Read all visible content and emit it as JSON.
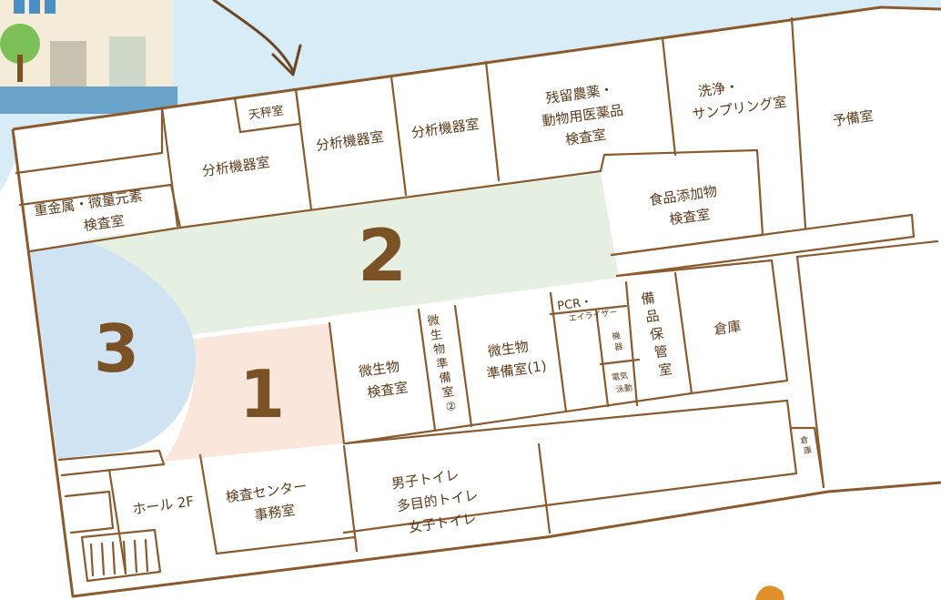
{
  "zones": [
    {
      "number": "1",
      "color": "#fbe6dc"
    },
    {
      "number": "2",
      "color": "#e6f0e2"
    },
    {
      "number": "3",
      "color": "#cfe3f3"
    }
  ],
  "rooms": {
    "balance_room": "天秤室",
    "analysis_room_a": "分析機器室",
    "analysis_room_b": "分析機器室",
    "analysis_room_c": "分析機器室",
    "residue_lines": [
      "残留農薬・",
      "動物用医薬品",
      "検査室"
    ],
    "washing_lines": [
      "洗浄・",
      "サンプリング室"
    ],
    "spare_room": "予備室",
    "heavy_metal_lines": [
      "重金属・微量元素",
      "検査室"
    ],
    "food_additive_lines": [
      "食品添加物",
      "検査室"
    ],
    "microbe_exam_lines": [
      "微生物",
      "検査室"
    ],
    "microbe_prep2_lines": [
      "微",
      "生",
      "物",
      "準",
      "備",
      "室",
      "②"
    ],
    "microbe_prep1_lines": [
      "微生物",
      "準備室(1)"
    ],
    "pcr_lines": [
      "PCR・",
      "エイライザー"
    ],
    "equipment_lines": [
      "機",
      "器"
    ],
    "electrophoresis_lines": [
      "電気",
      "泳動"
    ],
    "storage_equipment_lines": [
      "備",
      "品",
      "保",
      "管",
      "室"
    ],
    "warehouse": "倉庫",
    "warehouse_small": [
      "倉",
      "庫"
    ],
    "hall": "ホール 2F",
    "office_lines": [
      "検査センター",
      "事務室"
    ],
    "toilet_lines": [
      "男子トイレ",
      "多目的トイレ",
      "女子トイレ"
    ]
  },
  "colors": {
    "wall": "#8a5a2e",
    "text": "#5a3a1a",
    "sky": "#d8ecf7",
    "building": "#f4ecd8"
  }
}
